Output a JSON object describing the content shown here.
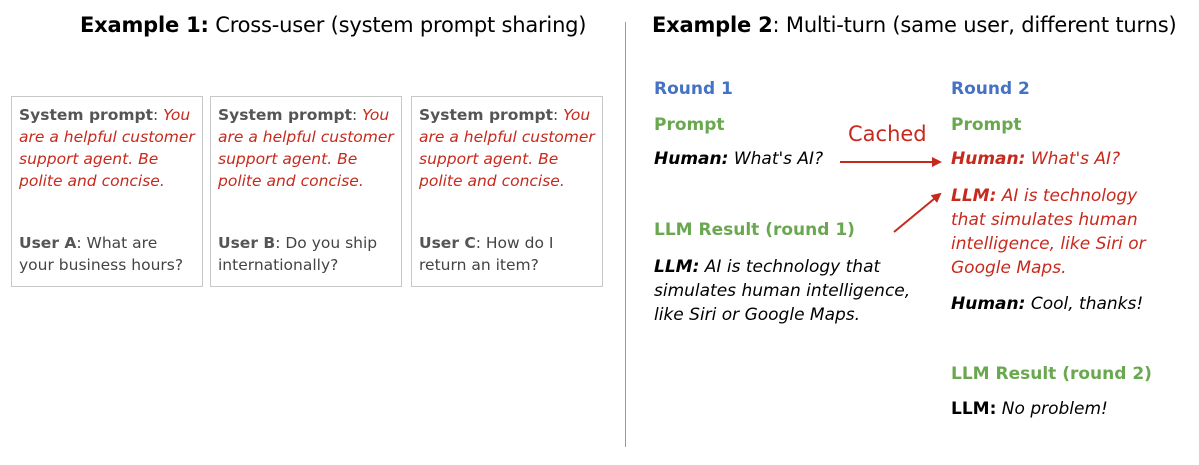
{
  "example1": {
    "heading_bold": "Example 1:",
    "heading_rest": " Cross-user (system prompt sharing)",
    "cards": [
      {
        "system_label": "System prompt",
        "system_text": "You are a helpful customer support agent. Be polite and concise.",
        "user_label": "User A",
        "user_text": "What are your business hours?"
      },
      {
        "system_label": "System prompt",
        "system_text": "You are a helpful customer support agent. Be polite and concise.",
        "user_label": "User B",
        "user_text": "Do you ship internationally?"
      },
      {
        "system_label": "System prompt",
        "system_text": "You are a helpful customer support agent. Be polite and concise.",
        "user_label": "User C",
        "user_text": "How do I return an item?"
      }
    ]
  },
  "example2": {
    "heading_bold": "Example 2",
    "heading_rest": ": Multi-turn (same user, different turns)",
    "round1": {
      "title": "Round 1",
      "prompt_label": "Prompt",
      "human_label": "Human:",
      "human_text": "What's AI?",
      "result_label": "LLM Result (round 1)",
      "llm_label": "LLM:",
      "llm_text": "AI is technology that simulates human intelligence, like Siri or Google Maps."
    },
    "cached_label": "Cached",
    "round2": {
      "title": "Round 2",
      "prompt_label": "Prompt",
      "human_label": "Human:",
      "human_text": "What's AI?",
      "llm_label": "LLM:",
      "llm_text": "AI is technology that simulates human intelligence, like Siri or Google Maps.",
      "human2_label": "Human:",
      "human2_text": "Cool, thanks!",
      "result_label": "LLM Result (round 2)",
      "llm2_label": "LLM:",
      "llm2_text": "No problem!"
    }
  },
  "colors": {
    "accent_red": "#c8291d",
    "round_blue": "#4472c4",
    "label_green": "#6aa84f"
  }
}
